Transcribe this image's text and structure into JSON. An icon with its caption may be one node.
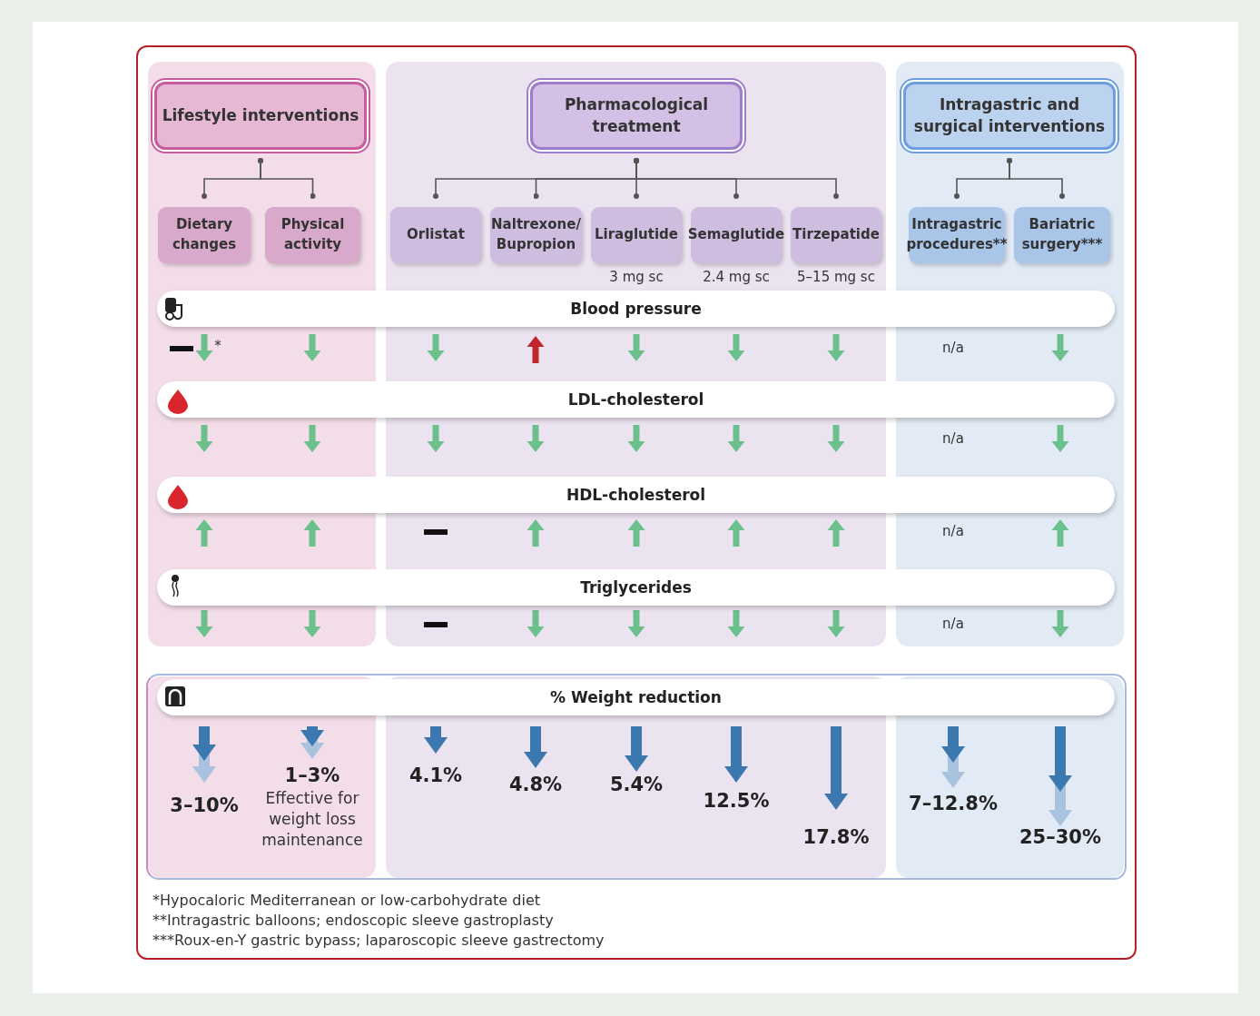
{
  "diagram": {
    "nodes": [
      {
        "text": [
          "Lifestyle interventions"
        ]
      },
      {
        "text": [
          "Pharmacological treatment"
        ]
      },
      {
        "text": [
          "Intragastric and surgical interventions"
        ]
      },
      {
        "text": [
          "Dietary changes"
        ]
      },
      {
        "text": [
          "Physical activity"
        ]
      },
      {
        "text": [
          "Orlistat"
        ]
      },
      {
        "text": [
          "Naltrexone/ Bupropion"
        ]
      },
      {
        "text": [
          "Liraglutide"
        ],
        "beside": [
          "3 mg sc"
        ]
      },
      {
        "text": [
          "Semaglutide"
        ],
        "beside": [
          "2.4 mg sc"
        ]
      },
      {
        "text": [
          "Tirzepatide"
        ],
        "beside": [
          "5–15 mg sc"
        ]
      },
      {
        "text": [
          "Intragastric procedures**"
        ]
      },
      {
        "text": [
          "Bariatric surgery***"
        ]
      },
      {
        "text": [
          "Blood pressure"
        ]
      },
      {
        "text": [
          "LDL-cholesterol"
        ]
      },
      {
        "text": [
          "HDL-cholesterol"
        ]
      },
      {
        "text": [
          "Triglycerides"
        ]
      },
      {
        "text": [
          "% Weight reduction"
        ]
      }
    ],
    "edges": [
      {
        "from": 0,
        "to": 3,
        "arrow": "other"
      },
      {
        "from": 0,
        "to": 4,
        "arrow": "other"
      },
      {
        "from": 1,
        "to": 5,
        "arrow": "other"
      },
      {
        "from": 1,
        "to": 6,
        "arrow": "other"
      },
      {
        "from": 1,
        "to": 7,
        "arrow": "other"
      },
      {
        "from": 1,
        "to": 8,
        "arrow": "other"
      },
      {
        "from": 1,
        "to": 9,
        "arrow": "other"
      },
      {
        "from": 2,
        "to": 10,
        "arrow": "other"
      },
      {
        "from": 2,
        "to": 11,
        "arrow": "other"
      }
    ],
    "labels": [
      "*",
      "n/a",
      "n/a",
      "n/a",
      "n/a",
      "3–10%",
      "1–3%",
      "Effective for weight loss maintenance",
      "4.1%",
      "4.8%",
      "5.4%",
      "12.5%",
      "17.8%",
      "7–12.8%",
      "25–30%",
      "*Hypocaloric Mediterranean or low-carbohydrate diet",
      "**Intragastric balloons; endoscopic sleeve gastroplasty",
      "***Roux-en-Y gastric bypass; laparoscopic sleeve gastrectomy"
    ]
  }
}
